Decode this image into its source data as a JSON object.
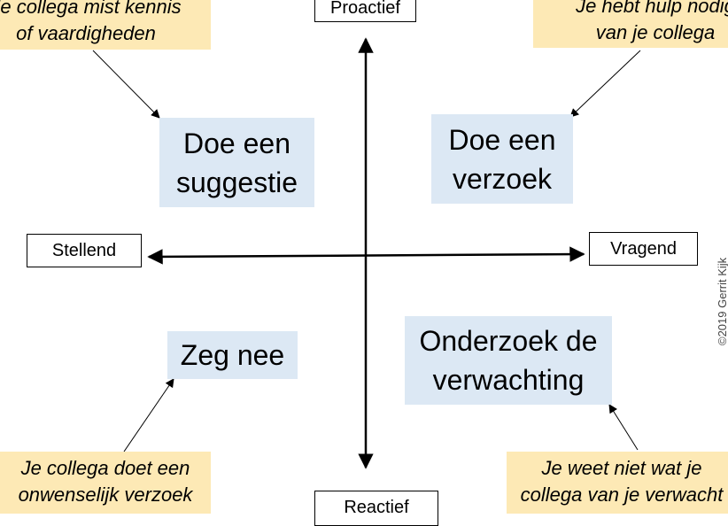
{
  "axes": {
    "top": "Proactief",
    "left": "Stellend",
    "right": "Vragend",
    "bottom": "Reactief"
  },
  "quadrants": {
    "top_left": [
      "Doe een",
      "suggestie"
    ],
    "top_right": [
      "Doe een",
      "verzoek"
    ],
    "bottom_left": [
      "Zeg nee"
    ],
    "bottom_right": [
      "Onderzoek de",
      "verwachting"
    ]
  },
  "notes": {
    "top_left": [
      "Je collega mist kennis",
      "of vaardigheden"
    ],
    "top_right": [
      "Je hebt hulp nodig",
      "van je collega"
    ],
    "bottom_left": [
      "Je collega doet een",
      "onwenselijk verzoek"
    ],
    "bottom_right": [
      "Je weet niet wat je",
      "collega van je verwacht"
    ]
  },
  "copyright": "©2019 Gerrit Kijk"
}
